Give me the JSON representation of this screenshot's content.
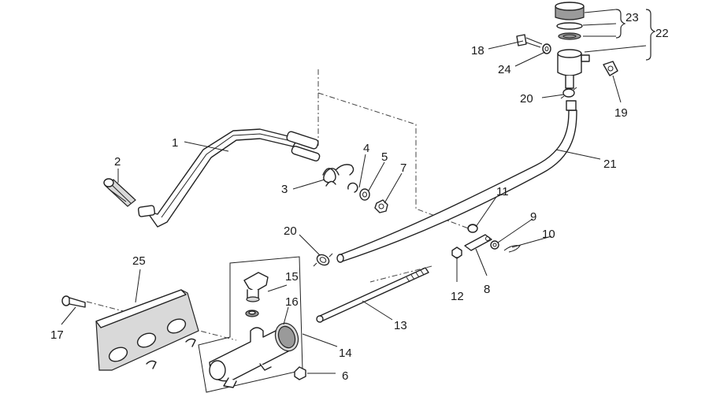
{
  "callouts": {
    "c1": "1",
    "c2": "2",
    "c3": "3",
    "c4": "4",
    "c5": "5",
    "c6": "6",
    "c7": "7",
    "c8": "8",
    "c9": "9",
    "c10": "10",
    "c11": "11",
    "c12": "12",
    "c13": "13",
    "c14": "14",
    "c15": "15",
    "c16": "16",
    "c17": "17",
    "c18": "18",
    "c19": "19",
    "c20a": "20",
    "c20b": "20",
    "c21": "21",
    "c22": "22",
    "c23": "23",
    "c24": "24",
    "c25": "25"
  }
}
